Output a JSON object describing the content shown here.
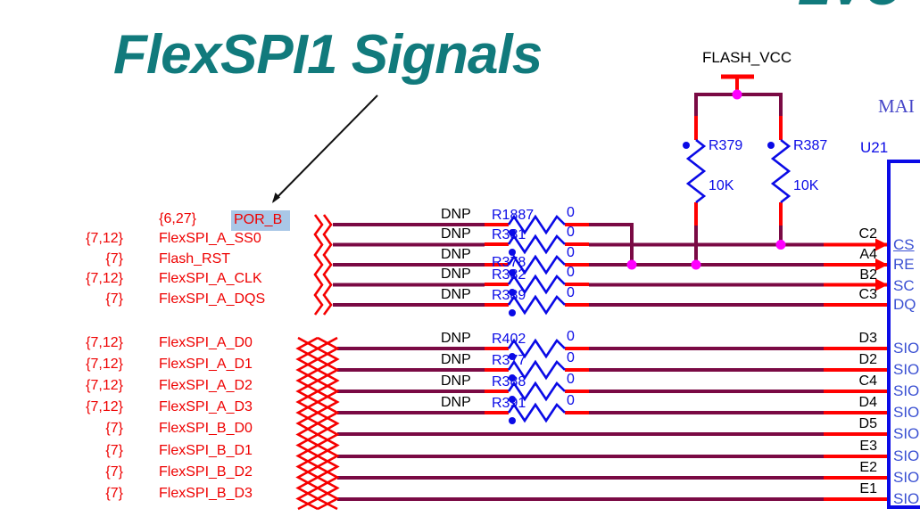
{
  "title": {
    "text": "FlexSPI1 Signals",
    "corner_fragment": "EVC"
  },
  "power": {
    "net_label": "FLASH_VCC",
    "pullup_resistors": [
      {
        "ref": "R379",
        "value": "10K"
      },
      {
        "ref": "R387",
        "value": "10K"
      }
    ]
  },
  "chip": {
    "refdes": "U21",
    "vendor_fragment": "MAI"
  },
  "control_rows": [
    {
      "pages": "{6,27}",
      "net": "POR_B",
      "dnp": "DNP",
      "rref": "R1887",
      "rval": "0",
      "pin": "",
      "pname": ""
    },
    {
      "pages": "{7,12}",
      "net": "FlexSPI_A_SS0",
      "dnp": "DNP",
      "rref": "R381",
      "rval": "0",
      "pin": "C2",
      "pname": "CS"
    },
    {
      "pages": "{7}",
      "net": "Flash_RST",
      "dnp": "DNP",
      "rref": "R378",
      "rval": "0",
      "pin": "A4",
      "pname": "RE"
    },
    {
      "pages": "{7,12}",
      "net": "FlexSPI_A_CLK",
      "dnp": "DNP",
      "rref": "R382",
      "rval": "0",
      "pin": "B2",
      "pname": "SC"
    },
    {
      "pages": "{7}",
      "net": "FlexSPI_A_DQS",
      "dnp": "DNP",
      "rref": "R389",
      "rval": "0",
      "pin": "C3",
      "pname": "DQ"
    }
  ],
  "data_rows": [
    {
      "pages": "{7,12}",
      "net": "FlexSPI_A_D0",
      "dnp": "DNP",
      "rref": "R402",
      "rval": "0",
      "pin": "D3",
      "pname": "SIO"
    },
    {
      "pages": "{7,12}",
      "net": "FlexSPI_A_D1",
      "dnp": "DNP",
      "rref": "R377",
      "rval": "0",
      "pin": "D2",
      "pname": "SIO"
    },
    {
      "pages": "{7,12}",
      "net": "FlexSPI_A_D2",
      "dnp": "DNP",
      "rref": "R388",
      "rval": "0",
      "pin": "C4",
      "pname": "SIO"
    },
    {
      "pages": "{7,12}",
      "net": "FlexSPI_A_D3",
      "dnp": "DNP",
      "rref": "R391",
      "rval": "0",
      "pin": "D4",
      "pname": "SIO"
    },
    {
      "pages": "{7}",
      "net": "FlexSPI_B_D0",
      "pin": "D5",
      "pname": "SIO"
    },
    {
      "pages": "{7}",
      "net": "FlexSPI_B_D1",
      "pin": "E3",
      "pname": "SIO"
    },
    {
      "pages": "{7}",
      "net": "FlexSPI_B_D2",
      "pin": "E2",
      "pname": "SIO"
    },
    {
      "pages": "{7}",
      "net": "FlexSPI_B_D3",
      "pin": "E1",
      "pname": "SIO"
    }
  ],
  "colors": {
    "wire_maroon": "#7a0a44",
    "pin_red": "#ff0000",
    "symbol_blue": "#0a0ae6",
    "junction_magenta": "#ff00ff",
    "title_teal": "#117a7c",
    "net_red": "#ee0000",
    "highlight_blue": "#a9c7e7",
    "pin_name_blue": "#3a50d2"
  }
}
